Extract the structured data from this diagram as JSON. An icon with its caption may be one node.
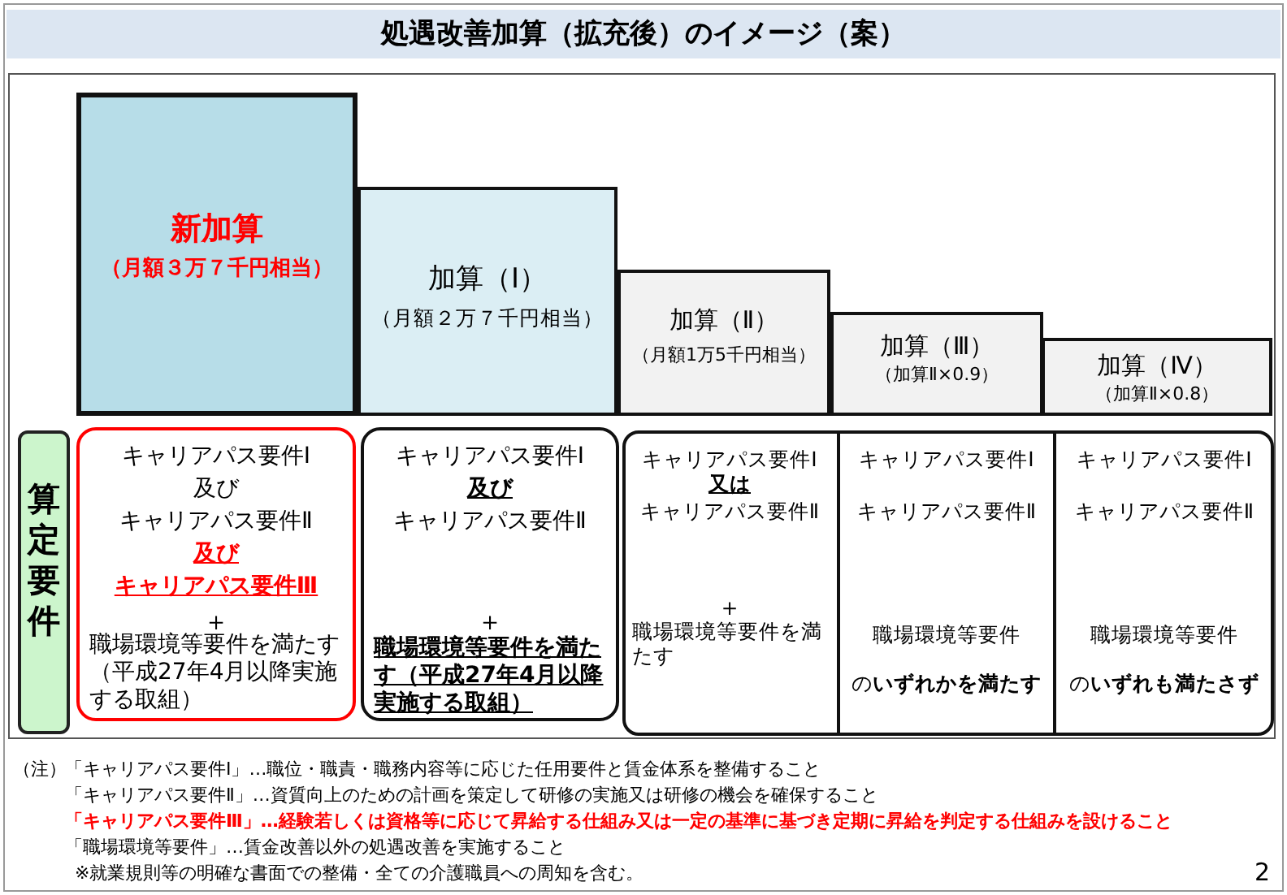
{
  "diagram": {
    "title": "処遇改善加算（拡充後）のイメージ（案）",
    "nodes": [
      {
        "text": [
          "新加算",
          "（月額３万７千円相当）"
        ]
      },
      {
        "text": [
          "加算（Ⅰ）",
          "（月額２万７千円相当）"
        ]
      },
      {
        "text": [
          "加算（Ⅱ）",
          "（月額1万5千円相当）"
        ]
      },
      {
        "text": [
          "加算（Ⅲ）",
          "（加算Ⅱ×0.9）"
        ]
      },
      {
        "text": [
          "加算（Ⅳ）",
          "（加算Ⅱ×0.8）"
        ]
      },
      {
        "text": [
          "算定要件"
        ]
      },
      {
        "text": [
          "キャリアパス要件Ⅰ",
          "及び",
          "キャリアパス要件Ⅱ",
          "及び",
          "キャリアパス要件Ⅲ",
          "＋",
          "職場環境等要件を満たす（平成27年4月以降実施する取組）"
        ]
      },
      {
        "text": [
          "キャリアパス要件Ⅰ",
          "及び",
          "キャリアパス要件Ⅱ",
          "＋",
          "職場環境等要件を満たす（平成27年4月以降実施する取組）"
        ]
      },
      {
        "text": [
          "キャリアパス要件Ⅰ",
          "又は",
          "キャリアパス要件Ⅱ",
          "＋",
          "職場環境等要件を満たす"
        ]
      },
      {
        "text": [
          "キャリアパス要件Ⅰ",
          "キャリアパス要件Ⅱ",
          "職場環境等要件",
          "の**いずれかを満たす**"
        ]
      },
      {
        "text": [
          "キャリアパス要件Ⅰ",
          "キャリアパス要件Ⅱ",
          "職場環境等要件",
          "の**いずれも満たさず**"
        ]
      }
    ],
    "edges": [],
    "labels": [
      "（注）",
      "「キャリアパス要件Ⅰ」…職位・職責・職務内容等に応じた任用要件と賃金体系を整備すること",
      "「キャリアパス要件Ⅱ」…資質向上のための計画を策定して研修の実施又は研修の機会を確保すること",
      "「キャリアパス要件Ⅲ」…経験若しくは資格等に応じて昇給する仕組み又は一定の基準に基づき定期に昇給を判定する仕組みを設けること",
      "「職場環境等要件」…賃金改善以外の処遇改善を実施すること",
      "※就業規則等の明確な書面での整備・全ての介護職員への周知を含む。",
      "2"
    ]
  }
}
